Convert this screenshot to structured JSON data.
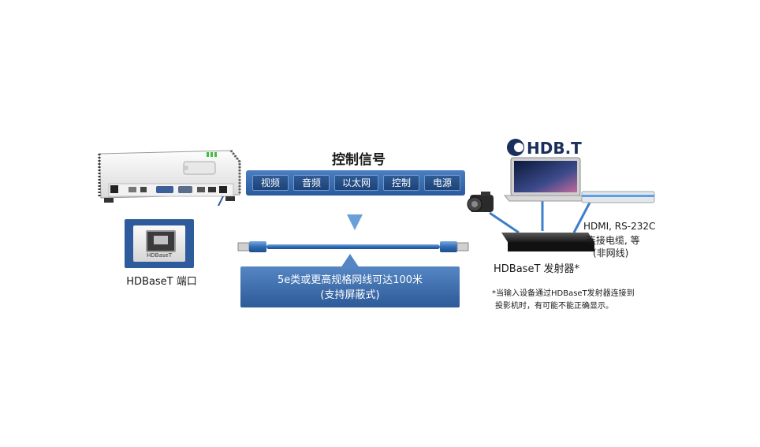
{
  "projector": {
    "port_label": "HDBaseT 端口",
    "port_tag": "HDBaseT"
  },
  "signals": {
    "title": "控制信号",
    "items": [
      "视频",
      "音频",
      "以太网",
      "控制",
      "电源"
    ]
  },
  "cable": {
    "line1": "5e类或更高规格网线可达100米",
    "line2": "(支持屏蔽式)"
  },
  "transmitter": {
    "logo": "HDB.T",
    "label": "HDBaseT 发射器*",
    "io_line1": "HDMI, RS-232C",
    "io_line2": "连接电缆, 等",
    "io_line3": "(非网线)",
    "note_line1": "*当输入设备通过HDBaseT发射器连接到",
    "note_line2": "投影机时，有可能不能正确显示。"
  },
  "colors": {
    "accent_blue": "#2d5b9b",
    "chip_blue": "#1d4275",
    "cable_blue": "#2f6db5",
    "arrow_blue": "#6aa0d8"
  }
}
